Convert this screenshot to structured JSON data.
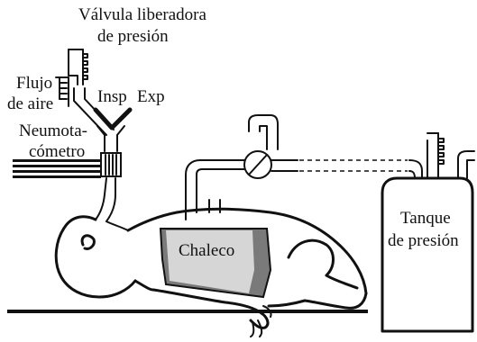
{
  "labels": {
    "valve_line1": "Válvula liberadora",
    "valve_line2": "de presión",
    "flow_line1": "Flujo",
    "flow_line2": "de aire",
    "insp": "Insp",
    "exp": "Exp",
    "pneumo_line1": "Neumota-",
    "pneumo_line2": "cómetro",
    "vest": "Chaleco",
    "tank_line1": "Tanque",
    "tank_line2": "de presión"
  },
  "colors": {
    "ink": "#111111",
    "vest_shade": "#7a7a7a",
    "vest_light": "#d6d6d6",
    "paper": "#ffffff"
  }
}
